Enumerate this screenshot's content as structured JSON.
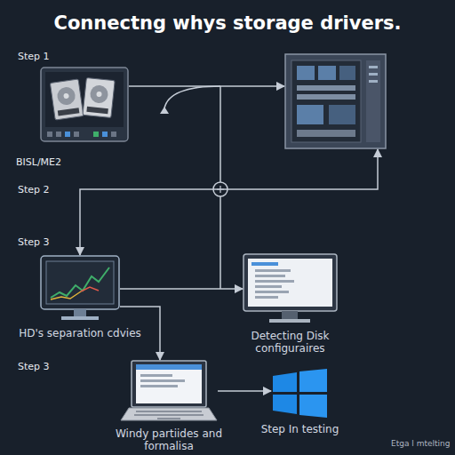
{
  "diagram": {
    "title": "Connectng whys storage drivers.",
    "nodes": [
      {
        "text": []
      },
      {
        "text": []
      },
      {
        "text": [
          "HD's separation cdvies"
        ]
      },
      {
        "text": [
          "Detecting Disk configuraires"
        ]
      },
      {
        "text": [
          "Windy partiides and formalisa"
        ]
      },
      {
        "text": [
          "Step In testing"
        ]
      }
    ],
    "edges": [
      {
        "from": 0,
        "to": 1,
        "arrow": "to"
      },
      {
        "from": 1,
        "to": 2,
        "arrow": "both"
      },
      {
        "from": 2,
        "to": 3,
        "arrow": "to"
      },
      {
        "from": 2,
        "to": 4,
        "arrow": "to"
      },
      {
        "from": 4,
        "to": 5,
        "arrow": "to"
      }
    ],
    "labels": [
      "Step 1",
      "BISL/ME2",
      "Step 2",
      "Step 3",
      "Step 3",
      "Etga l mtelting"
    ]
  }
}
